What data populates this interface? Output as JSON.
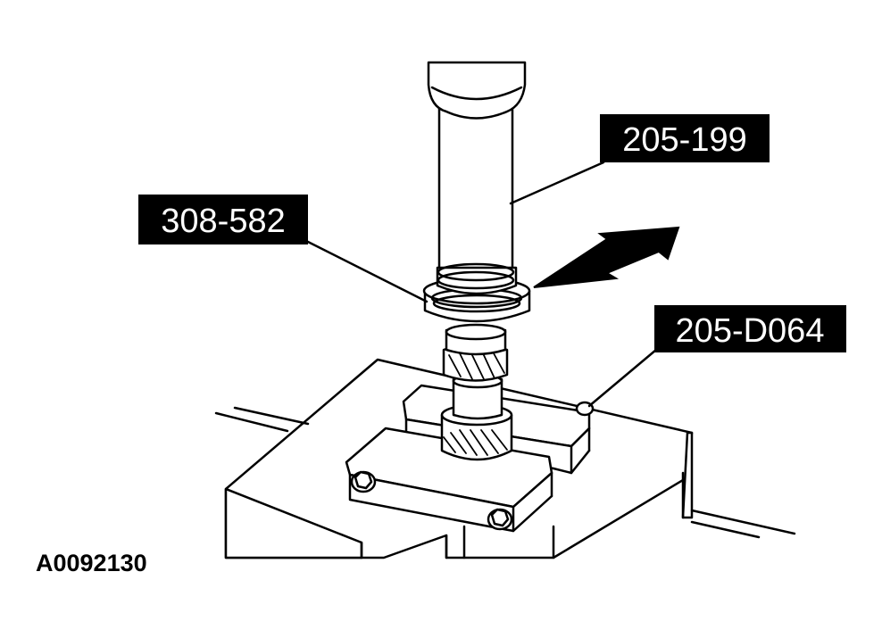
{
  "callouts": {
    "tool_205_199": "205-199",
    "tool_308_582": "308-582",
    "tool_205_d064": "205-D064"
  },
  "figure_id": "A0092130",
  "colors": {
    "ink": "#000000",
    "paper": "#ffffff",
    "label_bg": "#000000",
    "label_text": "#ffffff"
  }
}
